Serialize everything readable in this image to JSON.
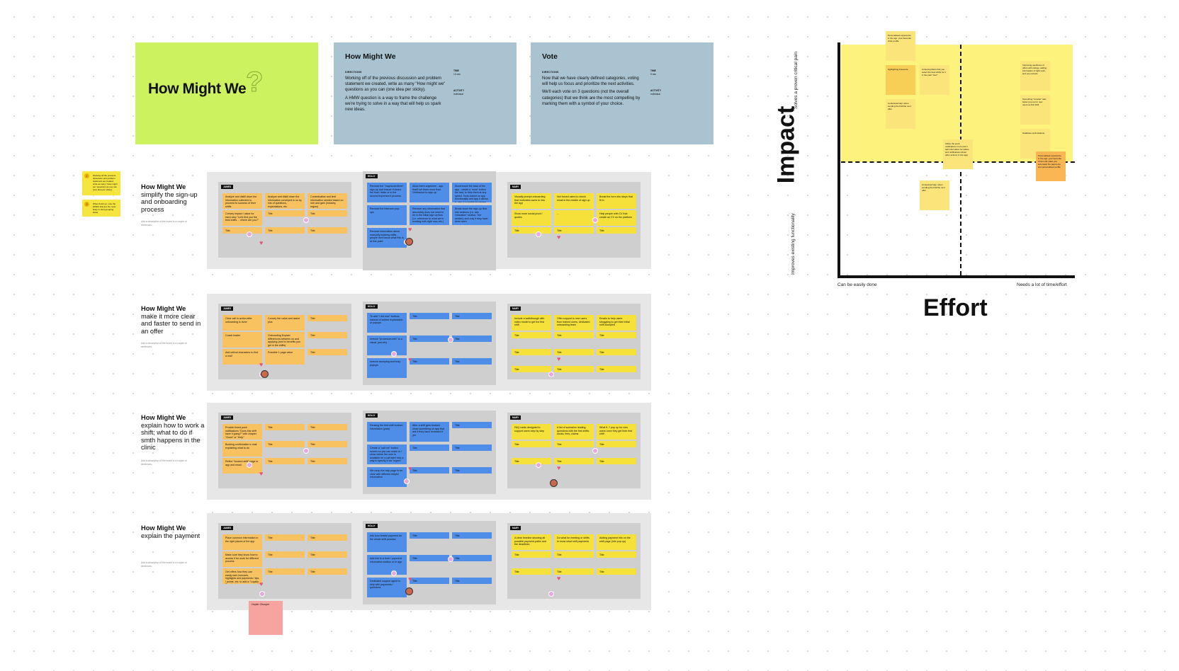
{
  "header_cards": {
    "hero_title": "How Might We",
    "hero_icon": "question-mark-icon",
    "hmw": {
      "title": "How Might We",
      "directions_label": "DIRECTIONS",
      "p1": "Working off of the previous discussion and problem statement we created, write as many \"How might we\" questions as you can (one idea per sticky).",
      "p2": "A HMW question is a way to frame the challenge we're trying to solve in a way that will help us spark new ideas.",
      "time_label": "TIME",
      "time_value": "10 min",
      "activity_label": "ACTIVITY",
      "activity_value": "Individual"
    },
    "vote": {
      "title": "Vote",
      "directions_label": "DIRECTIONS",
      "p1": "Now that we have clearly defined categories, voting will help us focus and prioritize the next activities.",
      "p2": "We'll each vote on 3 questions (not the overall categories) that we think are the most compelling by marking them with a symbol of your choice.",
      "time_label": "TIME",
      "time_value": "5 min",
      "activity_label": "ACTIVITY",
      "activity_value": "Individual"
    }
  },
  "side_notes": [
    {
      "num": "1",
      "text": "Working off the previous discussion and problem statement we created, write as many \"How might we\" questions as you can (one idea per sticky)."
    },
    {
      "num": "2",
      "text": "When finish up, vote the HMWs that are the most likely to start grouping ideas."
    }
  ],
  "lane_names": {
    "l1": "JAMES",
    "l2": "HOLLY",
    "l3": "MARY"
  },
  "rows": [
    {
      "title_bold": "How Might We",
      "title_rest": "simplify the sign-up and onboarding process",
      "desc": "Add a description of the board in a couple of sentences.",
      "lane1": [
        "Analyze and distill down the information collected to proceed to success of their shifts",
        "Analyze and distill down the information conveyed to us by lots of questions, expectations, etc.",
        "Contextualise and limit information needed based on role and gain (industry, region)",
        "Convey impact / value for each step \"Let's find you the best shifts ... where are you?\"",
        "Title",
        "Title",
        "Title",
        "Title",
        "Title"
      ],
      "lane2": [
        "Remove the \"map/zoom/time\" sign-up and ensure it clears the final / state or in the second important it process",
        "Allow them anywhere - app that'll set them more from Onfrinsbox to sign up",
        "Move/move the back of the app - create a 'more' button the fast, to help them at any speed. Tools based on app functionality and app it allows it, also a possible for review",
        "Remove the Intercom pop-ups",
        "Remove any information that absolutely does not need to be in the initial sign up flow (i.e. reference to what we're working with right now, etc.)",
        "Break down the sign-up flow into sections (i.e. ask 'education' section, 'fee' section) and only if they have been seen",
        "Remove information about manually booking shifts - people don't know what this is at this point"
      ],
      "lane3": [
        "Visually prompt onboarding that motivates users to into the app",
        "Not forced users to check email in the middle of sign up",
        "Break the form into steps that fit in",
        "Show more social proof / quotes",
        "...",
        "Help people with CV that create an CV on the platform",
        "Title",
        "Title",
        "Title"
      ]
    },
    {
      "title_bold": "How Might We",
      "title_rest": "make it more clear and faster to send in an offer",
      "desc": "Add a description of the board in a couple of sentences.",
      "lane1": [
        "Clear call to action after onboarding is done",
        "Convey the value and assist plus",
        "Title",
        "Coach leader",
        "Onboarding Explain differences between us and applying (and to benefits you get in the shifts)",
        "Title",
        "Add critical characters to find a mail",
        "Possible 1 page value",
        "Title"
      ],
      "lane2": [
        "To add \"I did now\" buttons instead of written explanation or popups",
        "Title",
        "Title",
        "remove \"processes info\" to a visual, just why",
        "Title",
        "Title",
        "remove annoying and busy popups",
        "Title",
        "Title"
      ],
      "lane3": [
        "Include a walkthrough with video model to get the first shift",
        "Offer support to new users from trained users, dedicated onboarding team",
        "Emails to help users struggling to get their initial shift accepted",
        "Title",
        "Title",
        "Title",
        "Title",
        "Title",
        "Title",
        "Title",
        "Title",
        "Title"
      ]
    },
    {
      "title_bold": "How Might We",
      "title_rest": "explain how to work a shift; what to do if smth happens in the clinic",
      "desc": "Add a description of the board in a couple of sentences.",
      "lane1": [
        "Provide timed push notifications \"Does this shift have it going?\" with chapter \"Good\" or \"Help\"",
        "Title",
        "Title",
        "Booking confirmation e-mail explaining what to do",
        "Title",
        "Title",
        "Refine \"booked shift\" page to app and email",
        "Title",
        "Title"
      ],
      "lane2": [
        "Reusing the first shift booked information (past)",
        "After a shift gets booked show something on app that ask if they have reviewed it yet",
        "Title",
        "Create a \"call me\" button screen so you can make in / show where the user is available for a call start how a way to specify it via \"urgent\"",
        "Title",
        "Title",
        "We ramp the help page to be clear with different helpful information",
        "Title",
        "Title"
      ],
      "lane3": [
        "FAQ cards designed to support users step by step",
        "A list of scenarios leading questions with the first shifts: docks, fees, claims",
        "What if..? pop up for new users once they get their first shift",
        "Title",
        "Title",
        "Title",
        "Title",
        "Title",
        "Title"
      ]
    },
    {
      "title_bold": "How Might We",
      "title_rest": "explain the payment",
      "desc": "Add a description of the board in a couple of sentences.",
      "lane1": [
        "Place common information in the right places of the app",
        "Title",
        "Title",
        "Make sure they know how to access it for work for different process",
        "Title",
        "Title",
        "Get offers how they can easily earn bonuses, highlights and payments / tips / points, etc. to add a \"Loyalty Pass\" points",
        "Title",
        "Title"
      ],
      "lane2": [
        "Info icon beside payment for the whole shift process",
        "Title",
        "Title",
        "Add link to a form / payment information section or in app",
        "Title",
        "Title",
        "Dedicated support agent to help with payments / questions",
        "Title",
        "Title"
      ],
      "lane3": [
        "A clear timeline showing all possible payment-paths and the deadlines",
        "Do what for meeting or shifts to know what shift payments",
        "Adding payment info on the shift page (Info pop-up)",
        "Title",
        "Title",
        "Title",
        "Title",
        "Title",
        "Title"
      ],
      "extra_sticky": "Hopler Chooper"
    }
  ],
  "matrix": {
    "y_title": "Impact",
    "x_title": "Effort",
    "y_top_label": "Solves a proven critical pain",
    "y_bottom_label": "Improves existing functionality",
    "x_left_label": "Can be easily done",
    "x_right_label": "Needs a lot of time/effort",
    "stickies": [
      "Personalised experience in the app: your favourite clinic profile",
      "highlighting Favourite",
      "Unboxing filters that you select the best shifts for it in the past \"how\"",
      "Contextual help: when sending the first/the next offer",
      "Utilise the push notifications more (don't ask information for tables and notifications about other actions in the app)",
      "Contextual help: when sending the first/the next offer",
      "Improving use/future of offers with ratings, adding information of right work, and exp reviews",
      "Something \"smarter\" ask: better pop up for new users as first shift",
      "Database optimisations",
      "Personalised experience in the app: your favourite clinics will make you automatic the payments and personalised profile"
    ]
  }
}
